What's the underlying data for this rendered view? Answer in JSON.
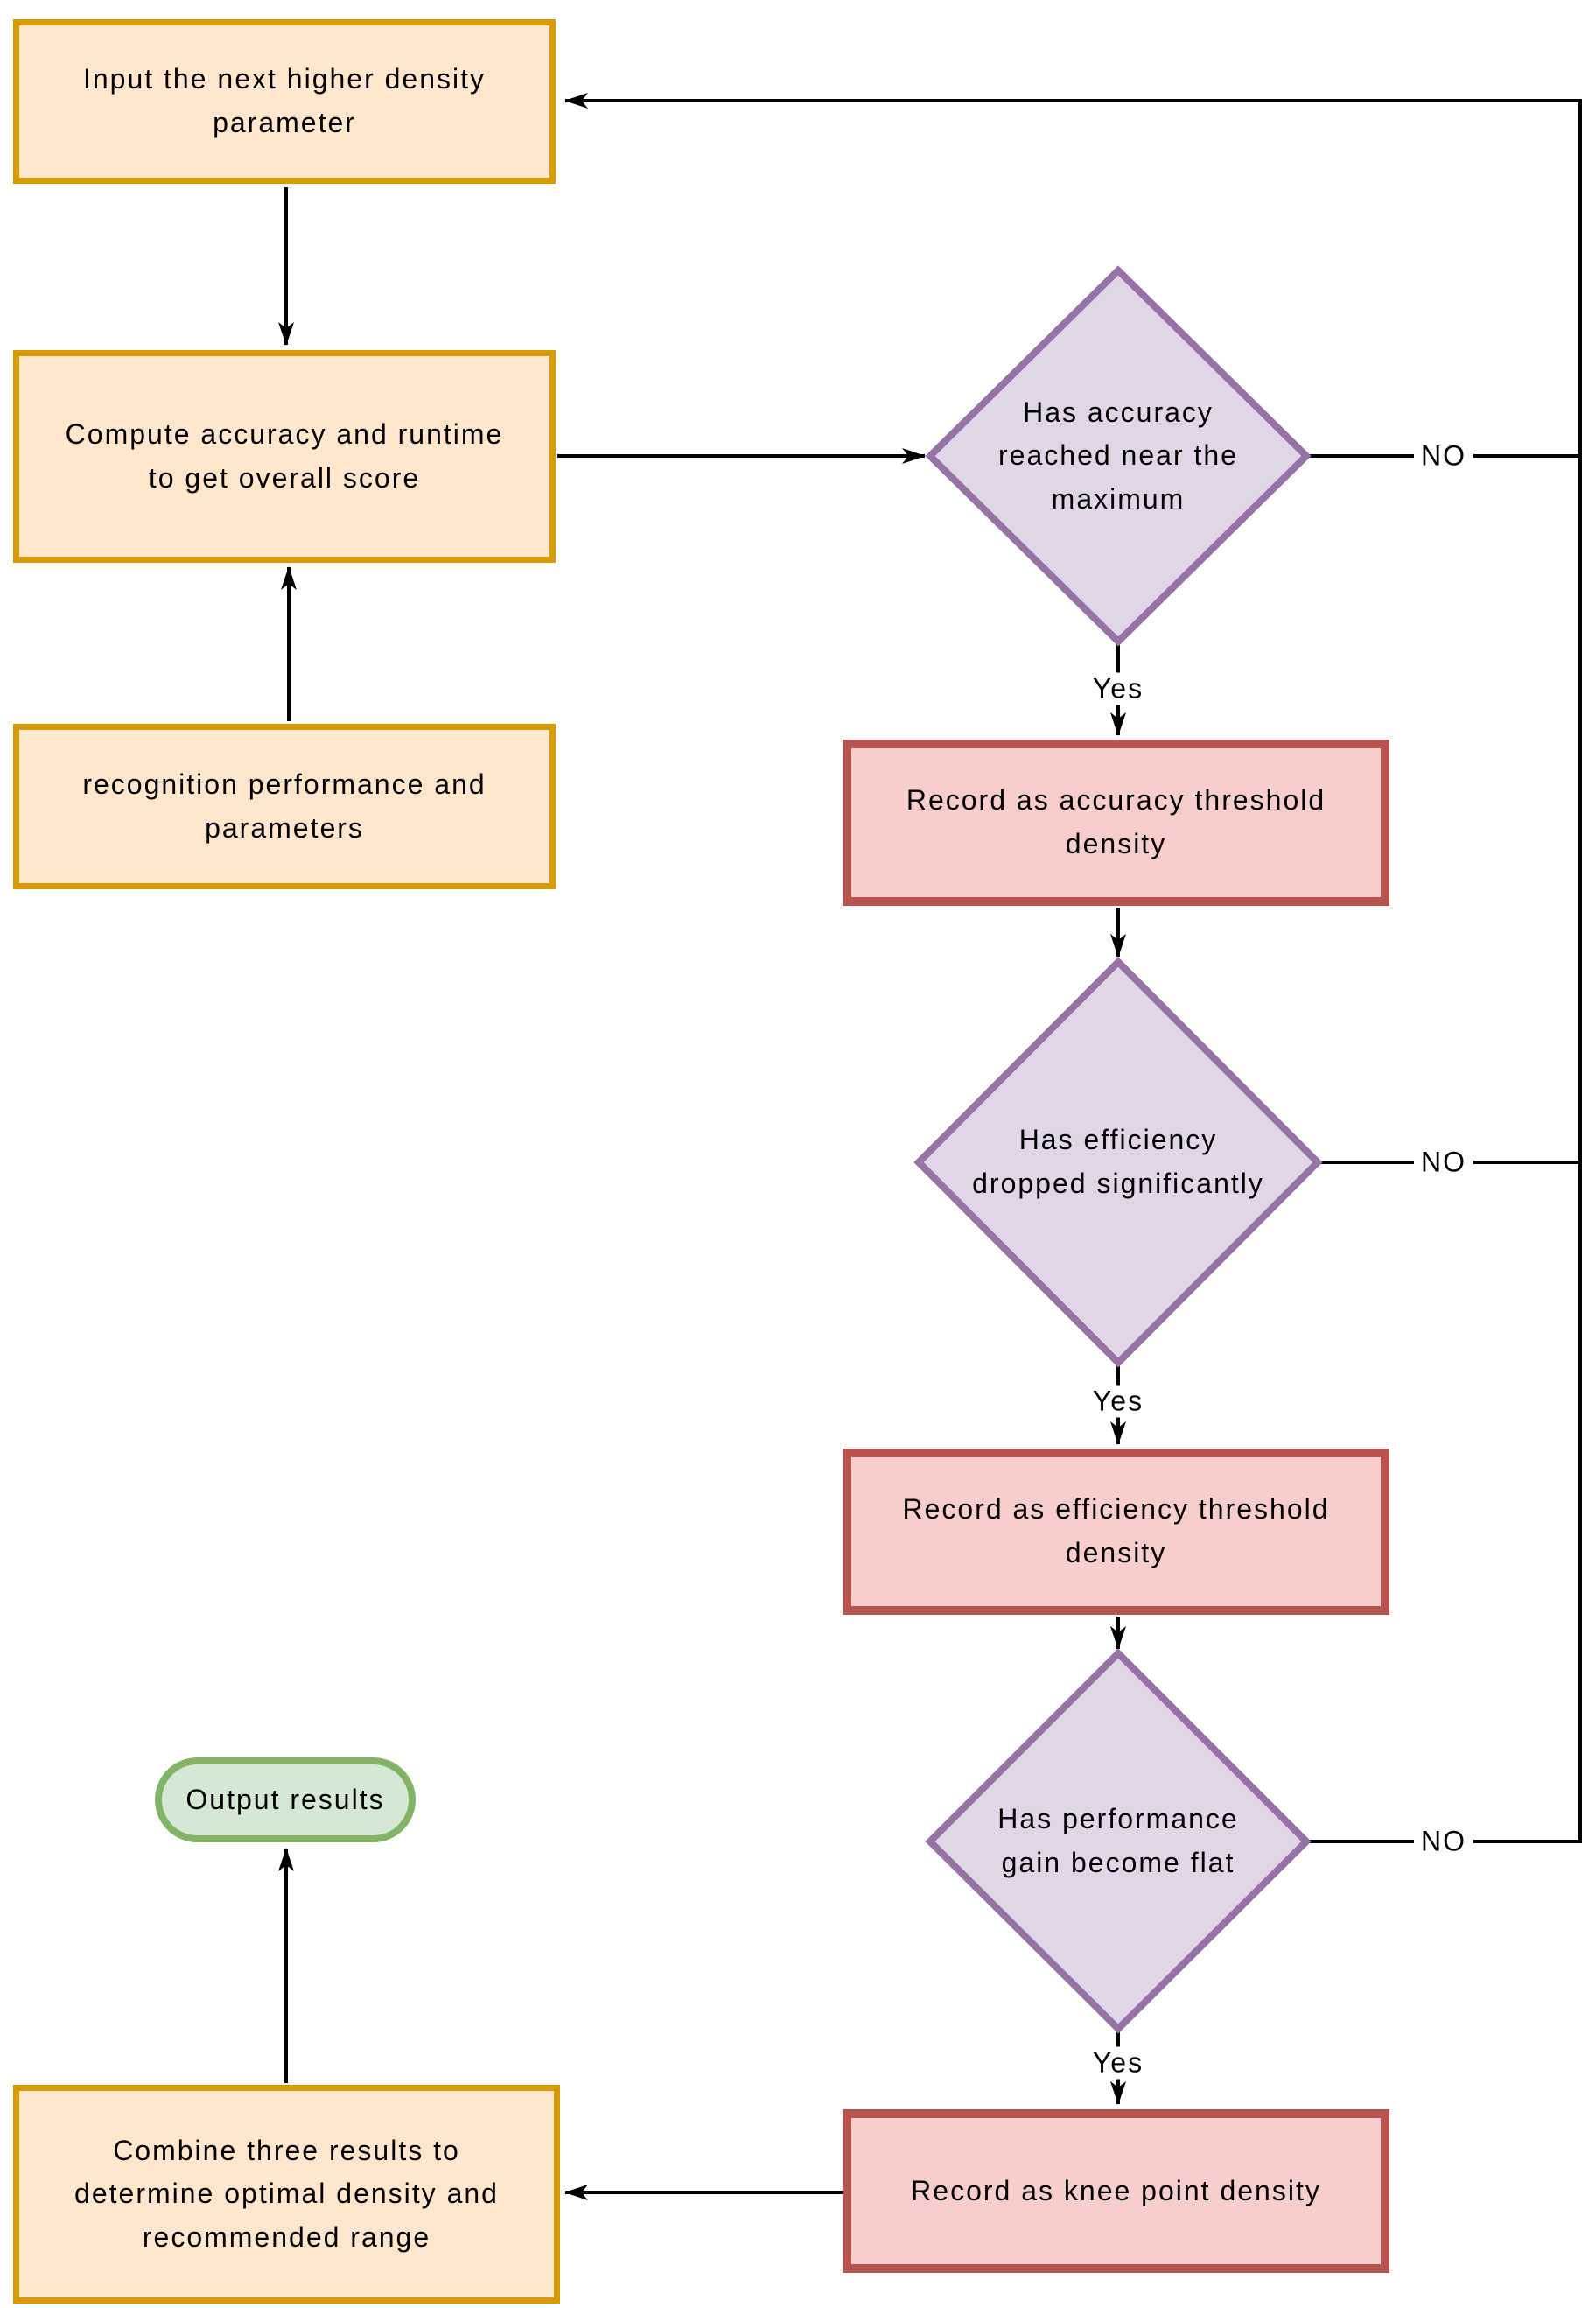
{
  "nodes": {
    "input_density": {
      "label": "Input the next higher density parameter"
    },
    "compute_score": {
      "label": "Compute accuracy and runtime to get overall score"
    },
    "recognition_params": {
      "label": "recognition performance and parameters"
    },
    "decision_accuracy": {
      "label": "Has accuracy reached near the maximum"
    },
    "record_accuracy": {
      "label": "Record as accuracy threshold density"
    },
    "decision_efficiency": {
      "label": "Has efficiency dropped significantly"
    },
    "record_efficiency": {
      "label": "Record as efficiency threshold density"
    },
    "decision_performance": {
      "label": "Has performance gain become flat"
    },
    "record_knee": {
      "label": "Record as knee point density"
    },
    "combine_results": {
      "label": "Combine three results to determine optimal density and recommended range"
    },
    "output_results": {
      "label": "Output results"
    }
  },
  "edge_labels": {
    "accuracy_yes": "Yes",
    "accuracy_no": "NO",
    "efficiency_yes": "Yes",
    "efficiency_no": "NO",
    "performance_yes": "Yes",
    "performance_no": "NO"
  },
  "colors": {
    "process_fill": "#FFE6CC",
    "process_stroke": "#D79B00",
    "decision_fill": "#E1D5E7",
    "decision_stroke": "#9673A6",
    "record_fill": "#F8CECC",
    "record_stroke": "#B85450",
    "terminator_fill": "#D5E8D4",
    "terminator_stroke": "#82B366",
    "connector": "#000000",
    "background": "#FFFFFF"
  }
}
